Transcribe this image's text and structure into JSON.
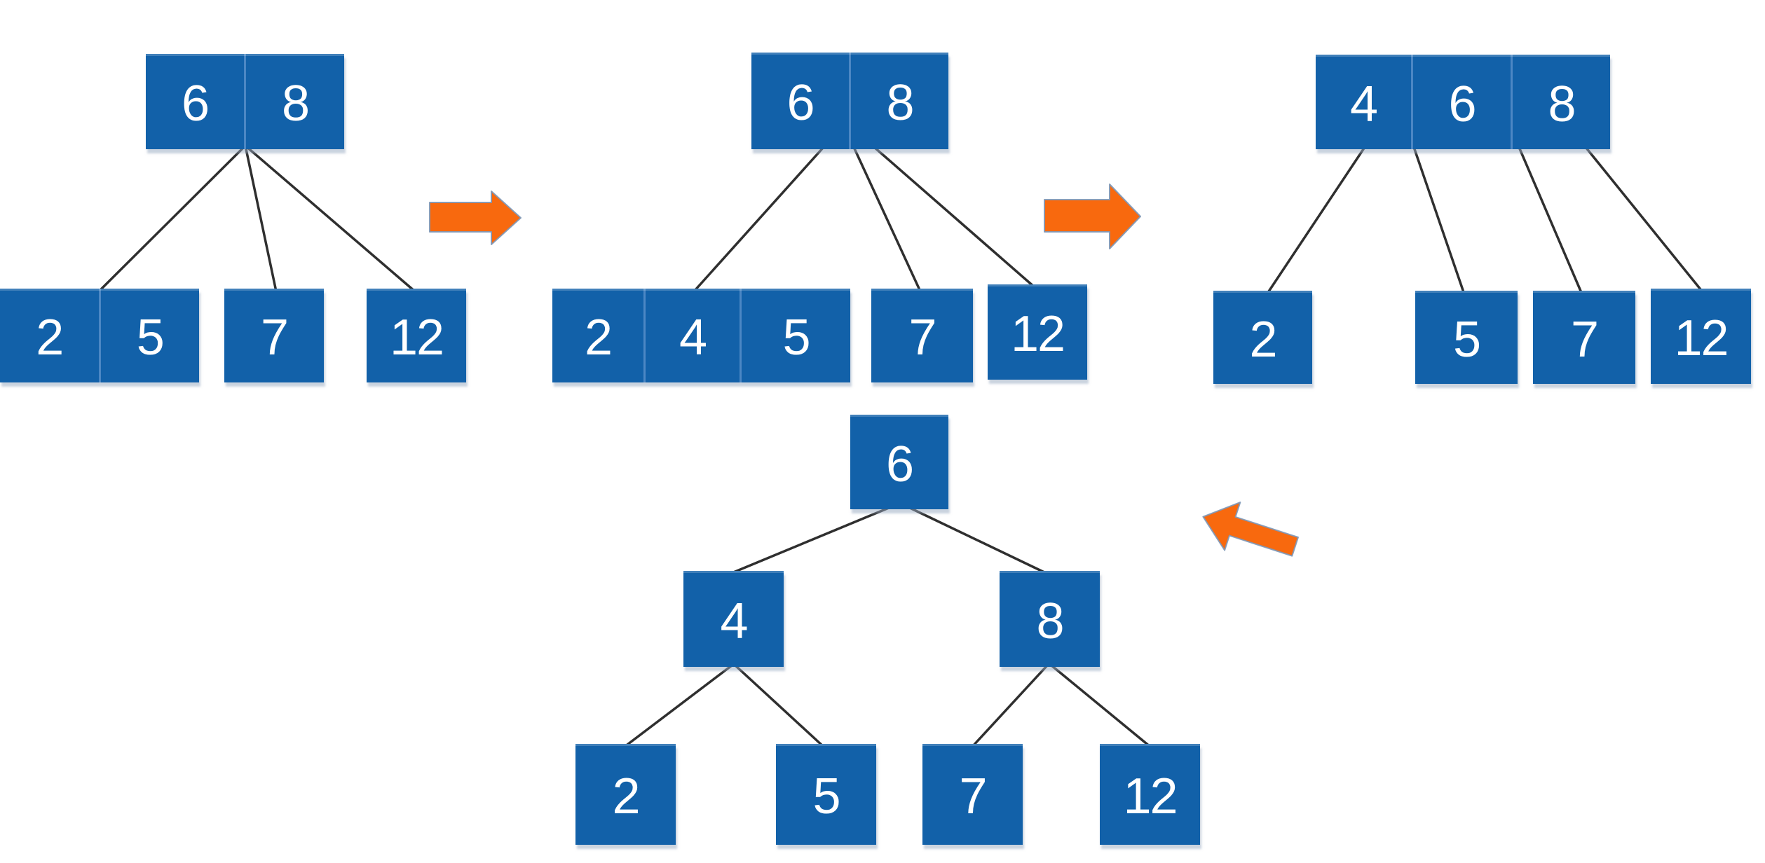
{
  "figure": {
    "kind": "b-tree-insertion-steps",
    "background": "#ffffff"
  },
  "colors": {
    "node_fill": "#1261A9",
    "node_divider": "#4C87C4",
    "node_text": "#FFFFFF",
    "edge": "#2F2F2F",
    "arrow_fill": "#F8690E",
    "arrow_outline": "#7D98B8",
    "node_shadow": "#96A8C0"
  },
  "trees": [
    {
      "step": 1,
      "root": {
        "keys": [
          "6",
          "8"
        ]
      },
      "children": [
        {
          "keys": [
            "2",
            "5"
          ]
        },
        {
          "keys": [
            "7"
          ]
        },
        {
          "keys": [
            "12"
          ]
        }
      ]
    },
    {
      "step": 2,
      "root": {
        "keys": [
          "6",
          "8"
        ]
      },
      "children": [
        {
          "keys": [
            "2",
            "4",
            "5"
          ]
        },
        {
          "keys": [
            "7"
          ]
        },
        {
          "keys": [
            "12"
          ]
        }
      ]
    },
    {
      "step": 3,
      "root": {
        "keys": [
          "4",
          "6",
          "8"
        ]
      },
      "children": [
        {
          "keys": [
            "2"
          ]
        },
        {
          "keys": [
            "5"
          ]
        },
        {
          "keys": [
            "7"
          ]
        },
        {
          "keys": [
            "12"
          ]
        }
      ]
    },
    {
      "step": 4,
      "root": {
        "keys": [
          "6"
        ]
      },
      "children": [
        {
          "keys": [
            "4"
          ],
          "children": [
            {
              "keys": [
                "2"
              ]
            },
            {
              "keys": [
                "5"
              ]
            }
          ]
        },
        {
          "keys": [
            "8"
          ],
          "children": [
            {
              "keys": [
                "7"
              ]
            },
            {
              "keys": [
                "12"
              ]
            }
          ]
        }
      ]
    }
  ],
  "arrows": [
    {
      "name": "arrow-step1-to-step2",
      "direction": "right"
    },
    {
      "name": "arrow-step2-to-step3",
      "direction": "right"
    },
    {
      "name": "arrow-step3-to-step4",
      "direction": "down-left"
    }
  ]
}
